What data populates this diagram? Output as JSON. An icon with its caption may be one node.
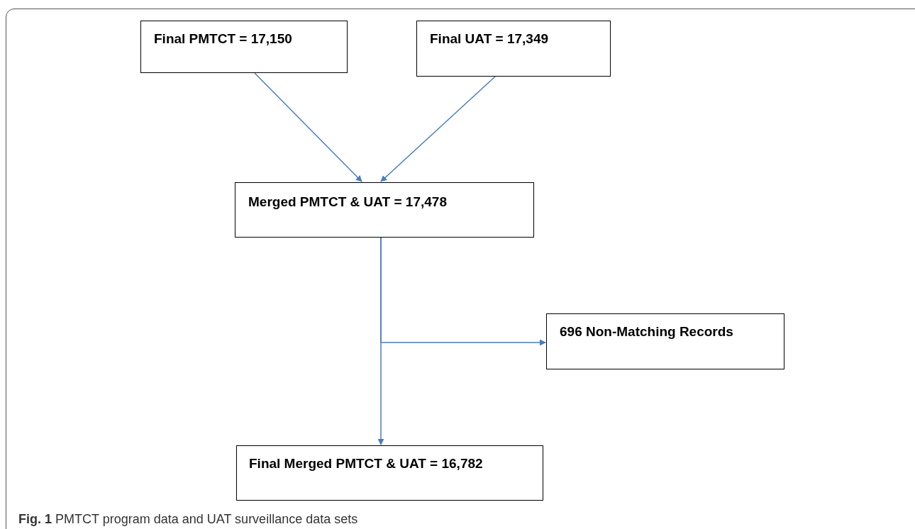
{
  "diagram": {
    "caption": "**Fig. 1** PMTCT program data and UAT surveillance data sets",
    "nodes": [
      {
        "text": [
          "Final PMTCT = 17,150"
        ]
      },
      {
        "text": [
          "Final UAT = 17,349"
        ]
      },
      {
        "text": [
          "Merged PMTCT & UAT = 17,478"
        ]
      },
      {
        "text": [
          "696 Non-Matching Records"
        ]
      },
      {
        "text": [
          "Final Merged PMTCT & UAT = 16,782"
        ]
      }
    ],
    "edges": [
      {
        "from": 0,
        "to": 2,
        "arrow": "to"
      },
      {
        "from": 1,
        "to": 2,
        "arrow": "to"
      },
      {
        "from": 2,
        "to": 4,
        "arrow": "to"
      },
      {
        "from": 2,
        "to": 3,
        "arrow": "to"
      }
    ]
  }
}
